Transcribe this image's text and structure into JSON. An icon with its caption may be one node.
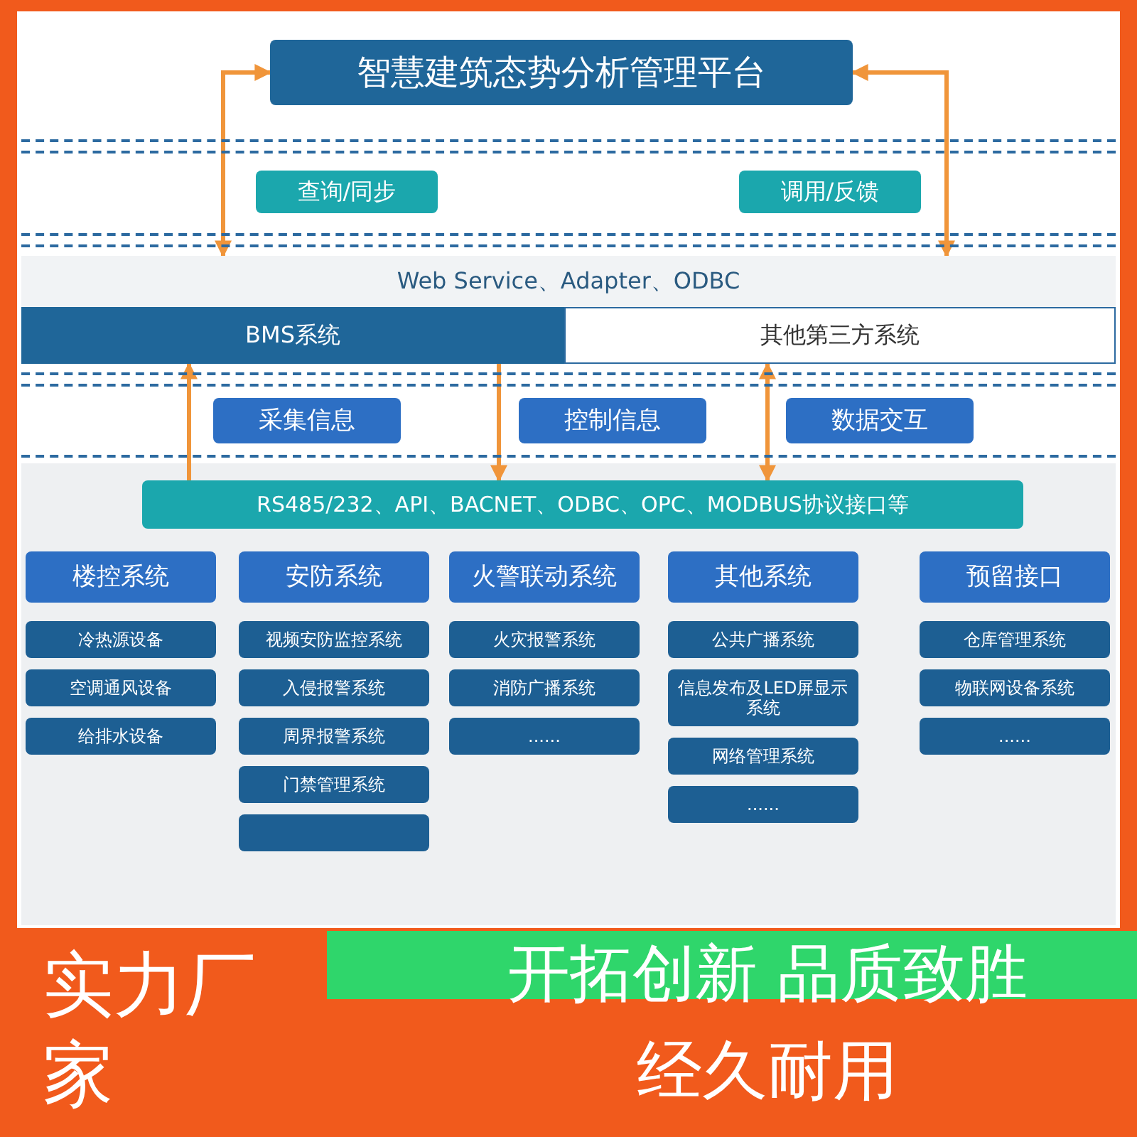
{
  "diagram": {
    "nodes": [
      {
        "text": [
          "智慧建筑态势分析管理平台"
        ]
      },
      {
        "text": [
          "查询/同步"
        ]
      },
      {
        "text": [
          "调用/反馈"
        ]
      },
      {
        "text": [
          "Web Service、Adapter、ODBC"
        ]
      },
      {
        "text": [
          "BMS系统"
        ]
      },
      {
        "text": [
          "其他第三方系统"
        ]
      },
      {
        "text": [
          "采集信息"
        ]
      },
      {
        "text": [
          "控制信息"
        ]
      },
      {
        "text": [
          "数据交互"
        ]
      },
      {
        "text": [
          "RS485/232、API、BACNET、ODBC、OPC、MODBUS协议接口等"
        ]
      },
      {
        "text": [
          "楼控系统"
        ]
      },
      {
        "text": [
          "冷热源设备"
        ]
      },
      {
        "text": [
          "空调通风设备"
        ]
      },
      {
        "text": [
          "给排水设备"
        ]
      },
      {
        "text": [
          "安防系统"
        ]
      },
      {
        "text": [
          "视频安防监控系统"
        ]
      },
      {
        "text": [
          "入侵报警系统"
        ]
      },
      {
        "text": [
          "周界报警系统"
        ]
      },
      {
        "text": [
          "门禁管理系统"
        ]
      },
      {
        "text": [],
        "shape": "box"
      },
      {
        "text": [
          "火警联动系统"
        ]
      },
      {
        "text": [
          "火灾报警系统"
        ]
      },
      {
        "text": [
          "消防广播系统"
        ]
      },
      {
        "text": [
          "......"
        ]
      },
      {
        "text": [
          "其他系统"
        ]
      },
      {
        "text": [
          "公共广播系统"
        ]
      },
      {
        "text": [
          "信息发布及LED屏显示系统"
        ]
      },
      {
        "text": [
          "网络管理系统"
        ]
      },
      {
        "text": [
          "......"
        ]
      },
      {
        "text": [
          "预留接口"
        ]
      },
      {
        "text": [
          "仓库管理系统"
        ]
      },
      {
        "text": [
          "物联网设备系统"
        ]
      },
      {
        "text": [
          "......"
        ]
      }
    ],
    "edges": [
      {
        "from": 3,
        "to": 0,
        "arrow": "both"
      },
      {
        "from": 3,
        "to": 0,
        "arrow": "both"
      },
      {
        "from": 9,
        "to": 4,
        "arrow": "to"
      },
      {
        "from": 4,
        "to": 9,
        "arrow": "to"
      },
      {
        "from": 9,
        "to": 5,
        "arrow": "both"
      }
    ],
    "labels": [
      "实力厂家",
      "开拓创新 品质致胜",
      "经久耐用"
    ]
  }
}
